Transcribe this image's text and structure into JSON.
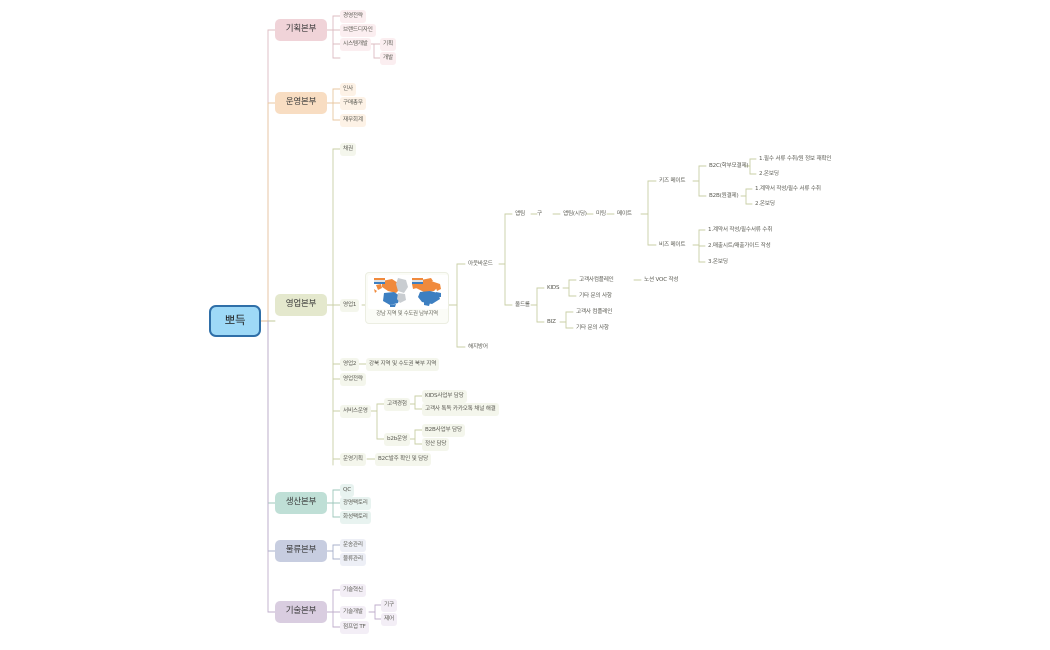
{
  "app": {
    "type": "mindmap",
    "background": "#ffffff"
  },
  "root": {
    "label": "뽀득",
    "fill": "#9ed9f7",
    "stroke": "#2f6fa8"
  },
  "branches": [
    {
      "label": "기획본부",
      "color": "#f0d3d8",
      "children": [
        {
          "label": "경영전략"
        },
        {
          "label": "브랜드디자인"
        },
        {
          "label": "시스템개발",
          "children": [
            {
              "label": "기획"
            },
            {
              "label": "개발"
            }
          ]
        }
      ]
    },
    {
      "label": "운영본부",
      "color": "#f8ddc2",
      "children": [
        {
          "label": "인사"
        },
        {
          "label": "구매총무"
        },
        {
          "label": "재무회계"
        }
      ]
    },
    {
      "label": "영업본부",
      "color": "#e4e8cd",
      "children": [
        {
          "label": "채권"
        },
        {
          "label": "영업1"
        },
        {
          "label": "영업2"
        },
        {
          "label": "영업전략"
        },
        {
          "label": "서비스운영"
        },
        {
          "label": "운영기획"
        }
      ]
    },
    {
      "label": "생산본부",
      "color": "#bfdfd6",
      "children": [
        {
          "label": "QC"
        },
        {
          "label": "광명팩토리"
        },
        {
          "label": "화성팩토리"
        }
      ]
    },
    {
      "label": "물류본부",
      "color": "#c7cde0",
      "children": [
        {
          "label": "운송관리"
        },
        {
          "label": "물류관리"
        }
      ]
    },
    {
      "label": "기술본부",
      "color": "#d9cde0",
      "children": [
        {
          "label": "기술혁신"
        },
        {
          "label": "기술개발",
          "children": [
            {
              "label": "기구"
            },
            {
              "label": "제어"
            }
          ]
        },
        {
          "label": "점프업 TF"
        }
      ]
    }
  ],
  "sales_detail": {
    "sales1_image_caption": "강남 지역 및 수도권 남부지역",
    "outbound": "아웃바운드",
    "retention": "해지방어",
    "app_team": "앱팀",
    "app_team_suffix": "구",
    "app_seeding": "앱팀(시딩)",
    "meeting": "미팅",
    "mate": "메이트",
    "kids_mate": "키즈 메이트",
    "biz_mate": "비즈 메이트",
    "b2c": "B2C(학부모결제)",
    "b2b": "B2B(원결제)",
    "b2c_items": [
      "1.필수 서류 수취/원 정보 재확인",
      "2.온보딩"
    ],
    "b2b_items": [
      "1.계약서 작성/필수 서류 수취",
      "2.온보딩"
    ],
    "biz_mate_items": [
      "1.계약서 작성/필수서류 수취",
      "2.매출시트/매출가이드 작성",
      "3.온보딩"
    ],
    "oldroll": "올드롤",
    "kids": "KIDS",
    "biz": "BIZ",
    "kids_items": [
      "고객사컴플레인",
      "기타 문의 사항"
    ],
    "kids_sub": "노션 VOC 작성",
    "biz_items": [
      "고객사 컴플레인",
      "기타 문의 사항"
    ],
    "sales2_region": "강북 지역 및 수도권 북부 지역",
    "service_ops": {
      "cx": {
        "label": "고객경험",
        "items": [
          "KIDS사업부 담당",
          "고객사 톡독 카카오톡 채널 해결"
        ]
      },
      "b2b_ops": {
        "label": "b2b운영",
        "items": [
          "B2B사업부 담당",
          "정산 담당"
        ]
      }
    },
    "ops_plan_item": "B2C발주 확인 및 담당"
  }
}
